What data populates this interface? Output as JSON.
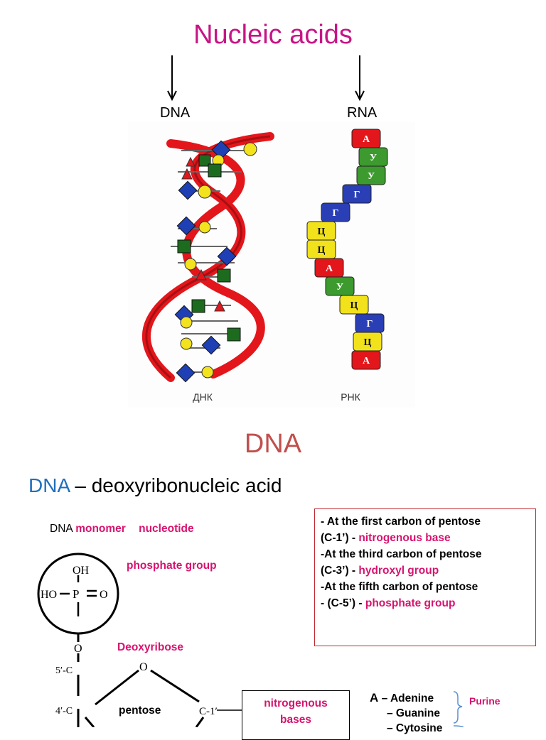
{
  "header": {
    "title": "Nucleic acids",
    "dna_label": "DNA",
    "rna_label": "RNA"
  },
  "illustration": {
    "dna_caption": "ДНК",
    "rna_caption": "РНК",
    "rna_sequence": [
      "А",
      "У",
      "У",
      "Г",
      "Г",
      "Ц",
      "Ц",
      "А",
      "У",
      "Ц",
      "Г",
      "Ц",
      "А"
    ],
    "colors": {
      "helix": "#e3161b",
      "diamond": "#1f3fb4",
      "circle": "#f3e21e",
      "square": "#1d6b1f",
      "triangle": "#e3161b",
      "rna_red": "#e3161b",
      "rna_green": "#3c9a2e",
      "rna_blue": "#2a3fb5",
      "rna_yellow": "#f2e21c"
    }
  },
  "section": {
    "title": "DNA",
    "abbr": "DNA",
    "definition": " – deoxyribonucleic acid"
  },
  "monomer": {
    "prefix": "DNA",
    "word1": "monomer",
    "word2": "nucleotide"
  },
  "labels": {
    "phosphate": "phosphate group",
    "deoxyribose": "Deoxyribose",
    "pentose": "pentose"
  },
  "structure": {
    "oh": "OH",
    "ho": "HO",
    "p": "P",
    "o_right": "O",
    "o_link": "O",
    "o_ring": "O",
    "c5": "5′-C",
    "c4": "4′-C",
    "c1": "C-1′"
  },
  "info_box": {
    "l1": "- At the first carbon of pentose",
    "l2a": "(C-1’) - ",
    "l2b": "nitrogenous base",
    "l3": "-At the third carbon of pentose",
    "l4a": "(C-3’) - ",
    "l4b": "hydroxyl group",
    "l5": "-At the fifth carbon of pentose",
    "l6a": "- (C-5’) - ",
    "l6b": "phosphate group"
  },
  "bases_box": {
    "line1": "nitrogenous",
    "line2": "bases"
  },
  "bases": {
    "a": "A",
    "a_name": " – Adenine",
    "g": "– Guanine",
    "c": "– Cytosine",
    "purine": "Purine"
  },
  "theme": {
    "magenta": "#d6136f",
    "section_red": "#c0504d",
    "blue": "#1f6fbf"
  }
}
